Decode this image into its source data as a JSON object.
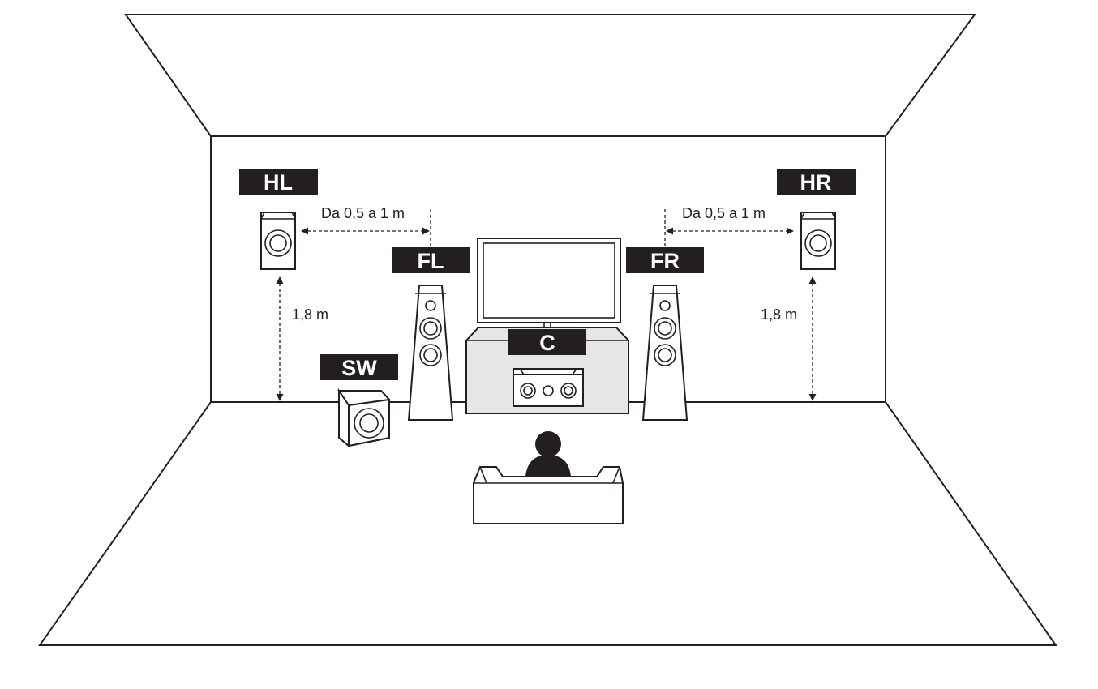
{
  "speakers": {
    "HL": "HL",
    "HR": "HR",
    "FL": "FL",
    "FR": "FR",
    "C": "C",
    "SW": "SW"
  },
  "dimensions": {
    "left_horizontal": "Da 0,5 a 1 m",
    "right_horizontal": "Da 0,5 a 1 m",
    "left_height": "1,8 m",
    "right_height": "1,8 m"
  }
}
